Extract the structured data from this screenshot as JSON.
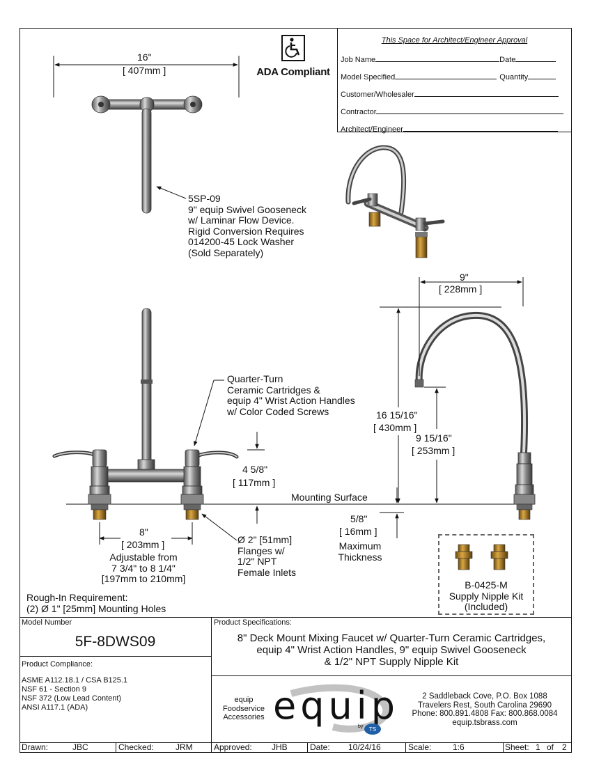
{
  "approval": {
    "heading": "This Space for Architect/Engineer Approval",
    "job_name": "Job Name",
    "date": "Date",
    "model_specified": "Model Specified",
    "quantity": "Quantity",
    "customer": "Customer/Wholesaler",
    "contractor": "Contractor",
    "architect": "Architect/Engineer"
  },
  "ada": {
    "label": "ADA Compliant",
    "icon": "wheelchair-icon"
  },
  "top_view": {
    "dim_in": "16\"",
    "dim_mm": "[ 407mm ]",
    "callout": [
      "5SP-09",
      "9\" equip Swivel Gooseneck",
      "w/ Laminar Flow Device.",
      "Rigid Conversion Requires",
      "014200-45 Lock Washer",
      "(Sold Separately)"
    ]
  },
  "front_view": {
    "cartridge_callout": [
      "Quarter-Turn",
      "Ceramic Cartridges &",
      "equip 4\" Wrist Action Handles",
      "w/ Color Coded Screws"
    ],
    "height_in": "4 5/8\"",
    "height_mm": "[ 117mm ]",
    "mounting_surface": "Mounting Surface",
    "spacing_in": "8\"",
    "spacing_mm": "[ 203mm ]",
    "adjustable": [
      "Adjustable from",
      "7 3/4\" to 8 1/4\"",
      "[197mm to 210mm]"
    ],
    "flange": [
      "Ø 2\" [51mm]",
      "Flanges w/",
      "1/2\" NPT",
      "Female Inlets"
    ],
    "thickness_in": "5/8\"",
    "thickness_mm": "[ 16mm ]",
    "thickness_note": [
      "Maximum",
      "Thickness"
    ],
    "rough_in": [
      "Rough-In Requirement:",
      "(2) Ø  1\" [25mm] Mounting Holes"
    ]
  },
  "side_view": {
    "reach_in": "9\"",
    "reach_mm": "[ 228mm ]",
    "height_in": "16 15/16\"",
    "height_mm": "[ 430mm ]",
    "clear_in": "9 15/16\"",
    "clear_mm": "[ 253mm ]"
  },
  "nipple_kit": {
    "lines": [
      "B-0425-M",
      "Supply Nipple Kit",
      "(Included)"
    ]
  },
  "title_block": {
    "model_number_label": "Model Number",
    "model_number": "5F-8DWS09",
    "compliance_label": "Product Compliance:",
    "compliance": [
      "ASME A112.18.1 / CSA B125.1",
      "NSF 61 - Section 9",
      "NSF 372 (Low Lead Content)",
      "ANSI A117.1 (ADA)"
    ],
    "specs_label": "Product Specifications:",
    "specs": [
      "8\" Deck Mount Mixing Faucet w/ Quarter-Turn Ceramic Cartridges,",
      "equip 4\" Wrist Action Handles, 9\" equip Swivel Gooseneck",
      "& 1/2\" NPT Supply Nipple Kit"
    ],
    "brand_side": [
      "equip",
      "Foodservice",
      "Accessories"
    ],
    "brand_logo": "equip",
    "brand_by": "by",
    "address": [
      "2 Saddleback Cove, P.O. Box 1088",
      "Travelers Rest, South Carolina 29690",
      "Phone: 800.891.4808  Fax: 800.868.0084",
      "equip.tsbrass.com"
    ]
  },
  "footer": {
    "drawn_label": "Drawn:",
    "drawn": "JBC",
    "checked_label": "Checked:",
    "checked": "JRM",
    "approved_label": "Approved:",
    "approved": "JHB",
    "date_label": "Date:",
    "date": "10/24/16",
    "scale_label": "Scale:",
    "scale": "1:6",
    "sheet_label": "Sheet:",
    "sheet_no": "1",
    "sheet_of": "of",
    "sheet_total": "2"
  }
}
